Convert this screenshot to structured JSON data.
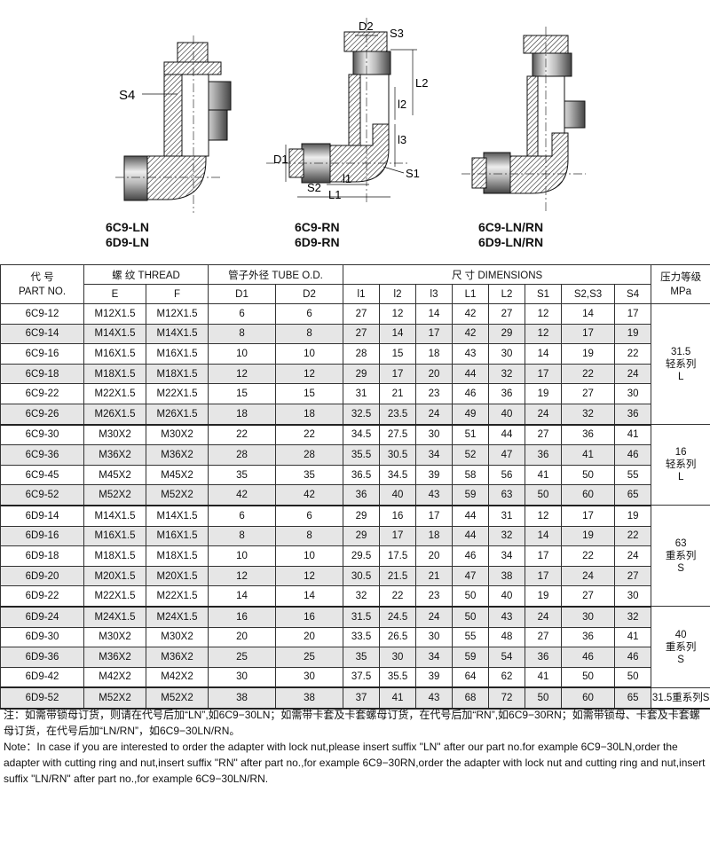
{
  "drawings": [
    {
      "codes": [
        "6C9-LN",
        "6D9-LN"
      ]
    },
    {
      "codes": [
        "6C9-RN",
        "6D9-RN"
      ]
    },
    {
      "codes": [
        "6C9-LN/RN",
        "6D9-LN/RN"
      ]
    }
  ],
  "dim_labels": {
    "s4": "S4",
    "d2": "D2",
    "s3": "S3",
    "l2": "L2",
    "i2": "l2",
    "i3": "l3",
    "d1": "D1",
    "s1": "S1",
    "i1": "l1",
    "s2": "S2",
    "l1": "L1"
  },
  "headers": {
    "part_cn": "代  号",
    "part_en": "PART NO.",
    "thread": "螺  纹  THREAD",
    "tube": "管子外径  TUBE O.D.",
    "dims": "尺  寸     DIMENSIONS",
    "press": "压力等级",
    "press_unit": "MPa",
    "cols": [
      "E",
      "F",
      "D1",
      "D2",
      "l1",
      "l2",
      "l3",
      "L1",
      "L2",
      "S1",
      "S2,S3",
      "S4"
    ]
  },
  "rows": [
    [
      "6C9-12",
      "M12X1.5",
      "M12X1.5",
      "6",
      "6",
      "27",
      "12",
      "14",
      "42",
      "27",
      "12",
      "14",
      "17"
    ],
    [
      "6C9-14",
      "M14X1.5",
      "M14X1.5",
      "8",
      "8",
      "27",
      "14",
      "17",
      "42",
      "29",
      "12",
      "17",
      "19"
    ],
    [
      "6C9-16",
      "M16X1.5",
      "M16X1.5",
      "10",
      "10",
      "28",
      "15",
      "18",
      "43",
      "30",
      "14",
      "19",
      "22"
    ],
    [
      "6C9-18",
      "M18X1.5",
      "M18X1.5",
      "12",
      "12",
      "29",
      "17",
      "20",
      "44",
      "32",
      "17",
      "22",
      "24"
    ],
    [
      "6C9-22",
      "M22X1.5",
      "M22X1.5",
      "15",
      "15",
      "31",
      "21",
      "23",
      "46",
      "36",
      "19",
      "27",
      "30"
    ],
    [
      "6C9-26",
      "M26X1.5",
      "M26X1.5",
      "18",
      "18",
      "32.5",
      "23.5",
      "24",
      "49",
      "40",
      "24",
      "32",
      "36"
    ],
    [
      "6C9-30",
      "M30X2",
      "M30X2",
      "22",
      "22",
      "34.5",
      "27.5",
      "30",
      "51",
      "44",
      "27",
      "36",
      "41"
    ],
    [
      "6C9-36",
      "M36X2",
      "M36X2",
      "28",
      "28",
      "35.5",
      "30.5",
      "34",
      "52",
      "47",
      "36",
      "41",
      "46"
    ],
    [
      "6C9-45",
      "M45X2",
      "M45X2",
      "35",
      "35",
      "36.5",
      "34.5",
      "39",
      "58",
      "56",
      "41",
      "50",
      "55"
    ],
    [
      "6C9-52",
      "M52X2",
      "M52X2",
      "42",
      "42",
      "36",
      "40",
      "43",
      "59",
      "63",
      "50",
      "60",
      "65"
    ],
    [
      "6D9-14",
      "M14X1.5",
      "M14X1.5",
      "6",
      "6",
      "29",
      "16",
      "17",
      "44",
      "31",
      "12",
      "17",
      "19"
    ],
    [
      "6D9-16",
      "M16X1.5",
      "M16X1.5",
      "8",
      "8",
      "29",
      "17",
      "18",
      "44",
      "32",
      "14",
      "19",
      "22"
    ],
    [
      "6D9-18",
      "M18X1.5",
      "M18X1.5",
      "10",
      "10",
      "29.5",
      "17.5",
      "20",
      "46",
      "34",
      "17",
      "22",
      "24"
    ],
    [
      "6D9-20",
      "M20X1.5",
      "M20X1.5",
      "12",
      "12",
      "30.5",
      "21.5",
      "21",
      "47",
      "38",
      "17",
      "24",
      "27"
    ],
    [
      "6D9-22",
      "M22X1.5",
      "M22X1.5",
      "14",
      "14",
      "32",
      "22",
      "23",
      "50",
      "40",
      "19",
      "27",
      "30"
    ],
    [
      "6D9-24",
      "M24X1.5",
      "M24X1.5",
      "16",
      "16",
      "31.5",
      "24.5",
      "24",
      "50",
      "43",
      "24",
      "30",
      "32"
    ],
    [
      "6D9-30",
      "M30X2",
      "M30X2",
      "20",
      "20",
      "33.5",
      "26.5",
      "30",
      "55",
      "48",
      "27",
      "36",
      "41"
    ],
    [
      "6D9-36",
      "M36X2",
      "M36X2",
      "25",
      "25",
      "35",
      "30",
      "34",
      "59",
      "54",
      "36",
      "46",
      "46"
    ],
    [
      "6D9-42",
      "M42X2",
      "M42X2",
      "30",
      "30",
      "37.5",
      "35.5",
      "39",
      "64",
      "62",
      "41",
      "50",
      "50"
    ],
    [
      "6D9-52",
      "M52X2",
      "M52X2",
      "38",
      "38",
      "37",
      "41",
      "43",
      "68",
      "72",
      "50",
      "60",
      "65"
    ]
  ],
  "pressure_groups": [
    {
      "lines": [
        "31.5",
        "轻系列",
        "L"
      ],
      "span": 6
    },
    {
      "lines": [
        "16",
        "轻系列",
        "L"
      ],
      "span": 4
    },
    {
      "lines": [
        "63",
        "重系列",
        "S"
      ],
      "span": 5
    },
    {
      "lines": [
        "40",
        "重系列",
        "S"
      ],
      "span": 4
    },
    {
      "lines": [
        "31.5重系列S"
      ],
      "span": 1
    }
  ],
  "notes": {
    "cn": "注：如需带锁母订货，则请在代号后加“LN”,如6C9−30LN；如需带卡套及卡套螺母订货，在代号后加“RN”,如6C9−30RN；如需带锁母、卡套及卡套螺母订货，在代号后加“LN/RN”，如6C9−30LN/RN。",
    "en": "Note：In case if you are interested to order the adapter with lock nut,please insert suffix \"LN\" after our part no.for example 6C9−30LN,order the adapter with cutting ring and nut,insert suffix \"RN\" after part no.,for example 6C9−30RN,order the adapter with lock nut and cutting ring and nut,insert suffix \"LN/RN\" after part no.,for example 6C9−30LN/RN."
  }
}
